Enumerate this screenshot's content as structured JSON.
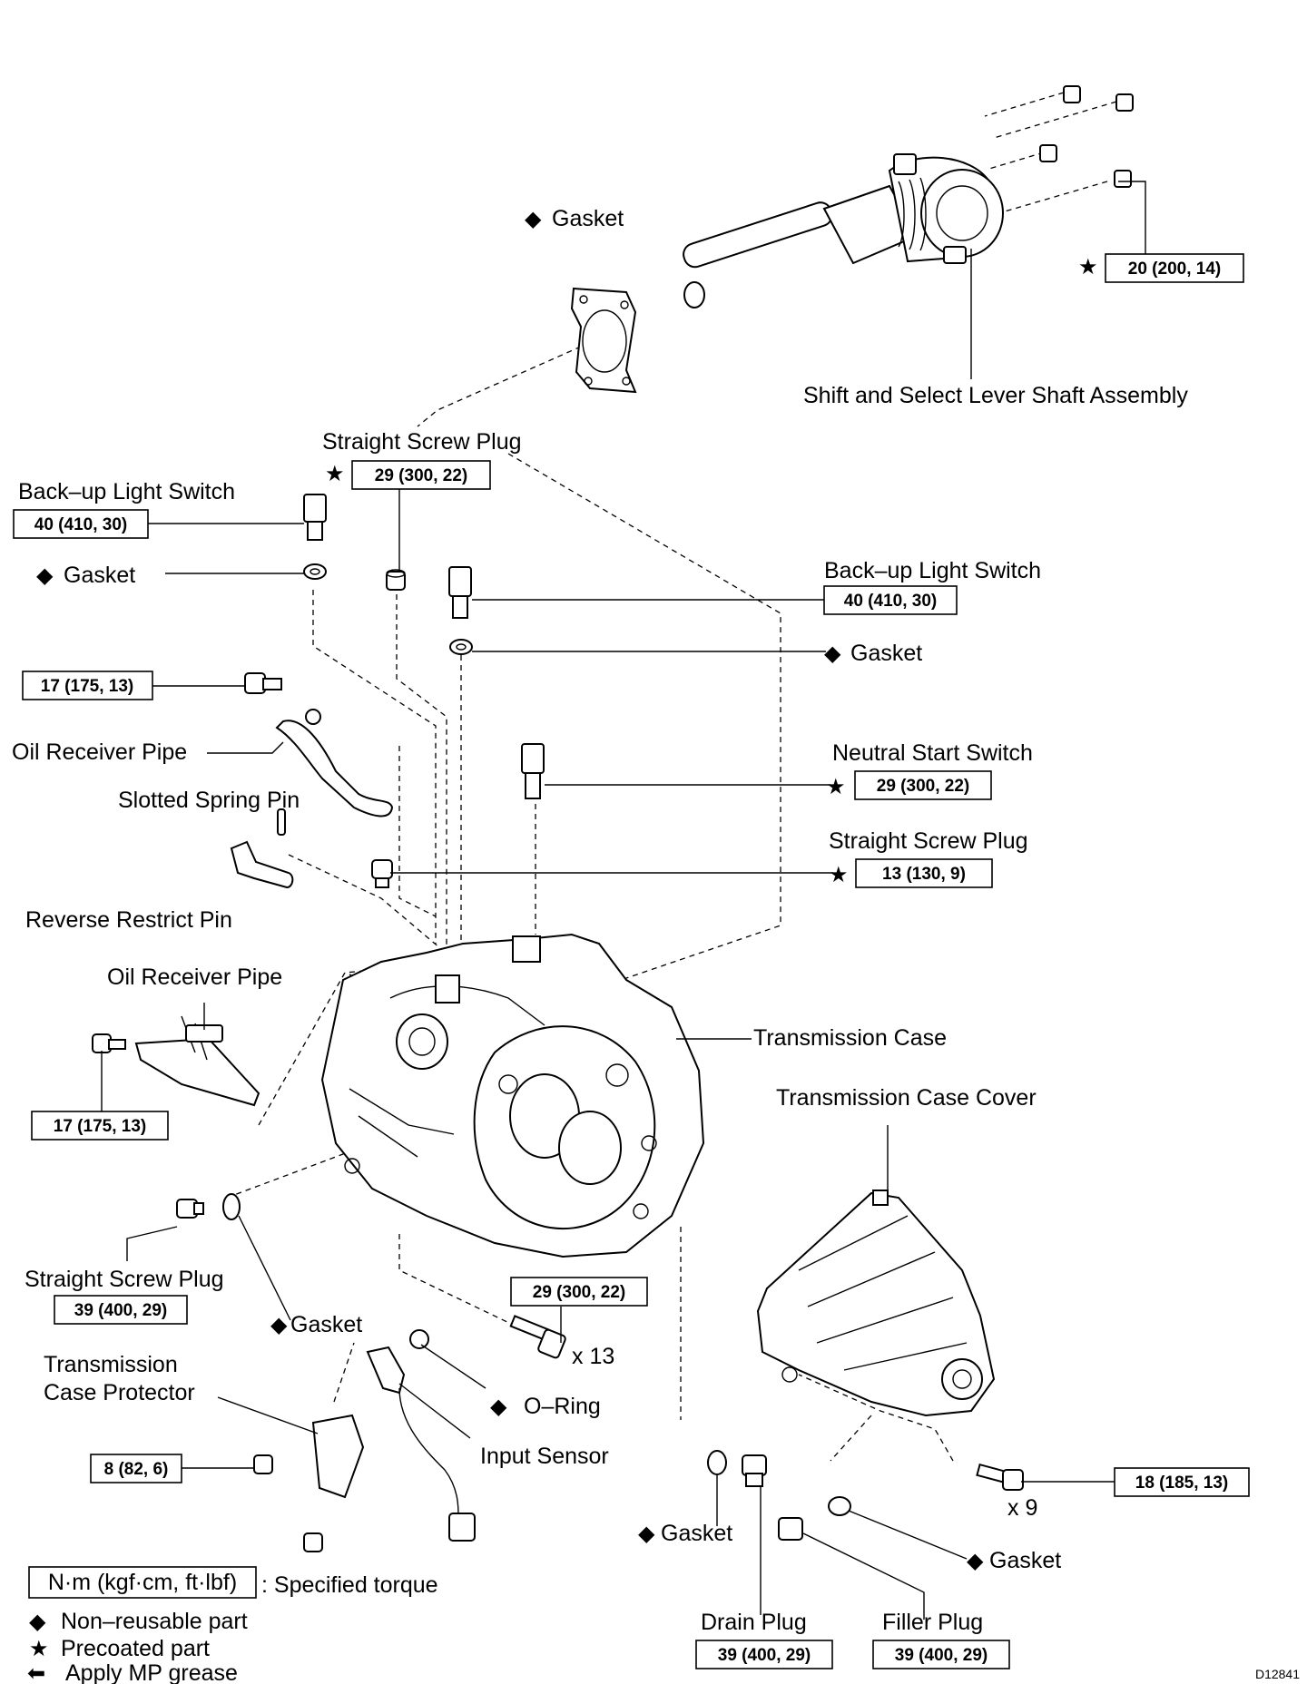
{
  "labels": {
    "gasket_top": "Gasket",
    "shift_select": "Shift and Select Lever Shaft Assembly",
    "straight_screw_plug_1": "Straight Screw Plug",
    "backup_switch_left": "Back–up Light Switch",
    "gasket_left": "Gasket",
    "backup_switch_right": "Back–up Light Switch",
    "gasket_right": "Gasket",
    "oil_receiver_pipe_1": "Oil Receiver Pipe",
    "slotted_spring_pin": "Slotted Spring Pin",
    "neutral_start_switch": "Neutral Start Switch",
    "straight_screw_plug_2": "Straight Screw Plug",
    "reverse_restrict_pin": "Reverse Restrict Pin",
    "oil_receiver_pipe_2": "Oil Receiver Pipe",
    "transmission_case": "Transmission Case",
    "transmission_case_cover": "Transmission Case Cover",
    "straight_screw_plug_3": "Straight Screw Plug",
    "gasket_lower": "Gasket",
    "case_protector_1": "Transmission",
    "case_protector_2": "Case Protector",
    "x13": "x 13",
    "o_ring": "O–Ring",
    "input_sensor": "Input Sensor",
    "x9": "x 9",
    "gasket_drain": "Gasket",
    "gasket_filler": "Gasket",
    "drain_plug": "Drain Plug",
    "filler_plug": "Filler Plug"
  },
  "torques": {
    "shift_bolt": "20 (200, 14)",
    "screw_plug_1": "29 (300, 22)",
    "backup_left": "40 (410, 30)",
    "backup_right": "40 (410, 30)",
    "pipe_bolt_1": "17 (175, 13)",
    "neutral_start": "29 (300, 22)",
    "screw_plug_2": "13 (130, 9)",
    "pipe_bolt_2": "17 (175, 13)",
    "screw_plug_3": "39 (400, 29)",
    "case_bolts": "29 (300, 22)",
    "protector_bolt": "8 (82, 6)",
    "cover_bolts": "18 (185, 13)",
    "drain_plug": "39 (400, 29)",
    "filler_plug": "39 (400, 29)"
  },
  "symbols": {
    "non_reusable": "◆",
    "precoated": "★",
    "mp_grease": "⬅"
  },
  "legend": {
    "torque_unit": "N·m (kgf·cm, ft·lbf)",
    "torque_text": ": Specified torque",
    "non_reusable": "Non–reusable part",
    "precoated": "Precoated part",
    "mp_grease": "Apply MP grease"
  },
  "diagram_id": "D12841"
}
